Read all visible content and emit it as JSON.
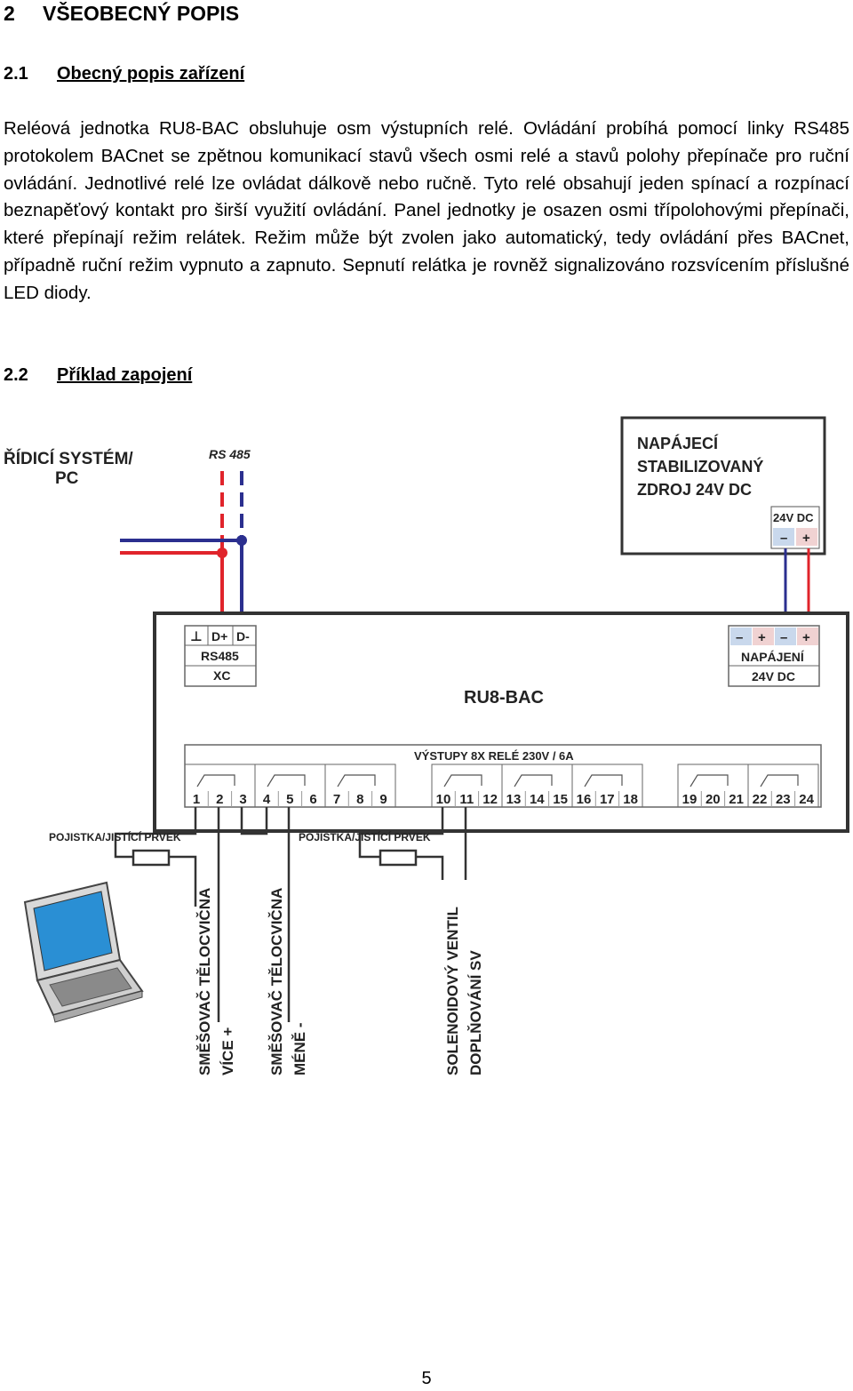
{
  "heading": {
    "number": "2",
    "title": "VŠEOBECNÝ POPIS"
  },
  "section1": {
    "number": "2.1",
    "title": "Obecný popis zařízení",
    "paragraph": "Reléová jednotka RU8-BAC obsluhuje osm výstupních relé. Ovládání probíhá pomocí linky RS485 protokolem BACnet se zpětnou komunikací stavů všech osmi relé a stavů polohy přepínače pro ruční ovládání. Jednotlivé relé lze ovládat dálkově nebo ručně. Tyto relé obsahují jeden spínací a rozpínací beznapěťový kontakt pro širší využití ovládání. Panel jednotky je osazen osmi třípolohovými přepínači, které přepínají režim relátek. Režim může být zvolen jako automatický, tedy ovládání přes BACnet, případně ruční režim vypnuto a zapnuto. Sepnutí relátka je rovněž signalizováno rozsvícením příslušné LED diody."
  },
  "section2": {
    "number": "2.2",
    "title": "Příklad zapojení"
  },
  "diagram": {
    "control_label_1": "ŘÍDICÍ SYSTÉM/",
    "control_label_2": "PC",
    "rs485_label": "RS 485",
    "psu_line1": "NAPÁJECÍ",
    "psu_line2": "STABILIZOVANÝ",
    "psu_line3": "ZDROJ 24V DC",
    "psu_dc_label": "24V DC",
    "minus": "–",
    "plus": "+",
    "gnd": "⊥",
    "dplus": "D+",
    "dminus": "D-",
    "rs485_term": "RS485",
    "xc": "XC",
    "power_label": "NAPÁJENÍ",
    "power_voltage": "24V DC",
    "unit_name": "RU8-BAC",
    "outputs_label": "VÝSTUPY 8X RELÉ 230V / 6A",
    "terminals": [
      "1",
      "2",
      "3",
      "4",
      "5",
      "6",
      "7",
      "8",
      "9",
      "10",
      "11",
      "12",
      "13",
      "14",
      "15",
      "16",
      "17",
      "18",
      "19",
      "20",
      "21",
      "22",
      "23",
      "24"
    ],
    "fuse_label": "POJISTKA/JISTÍCÍ PRVEK",
    "load1_line1": "SMĚŠOVAČ TĚLOCVIČNA",
    "load1_line2": "VÍCE +",
    "load2_line1": "SMĚŠOVAČ TĚLOCVIČNA",
    "load2_line2": "MÉNĚ -",
    "load3_line1": "SOLENOIDOVÝ VENTIL",
    "load3_line2": "DOPLŇOVÁNÍ SV",
    "colors": {
      "red": "#e0242b",
      "blue": "#2b2f8f",
      "screen": "#2a8fd4"
    }
  },
  "page_number": "5"
}
